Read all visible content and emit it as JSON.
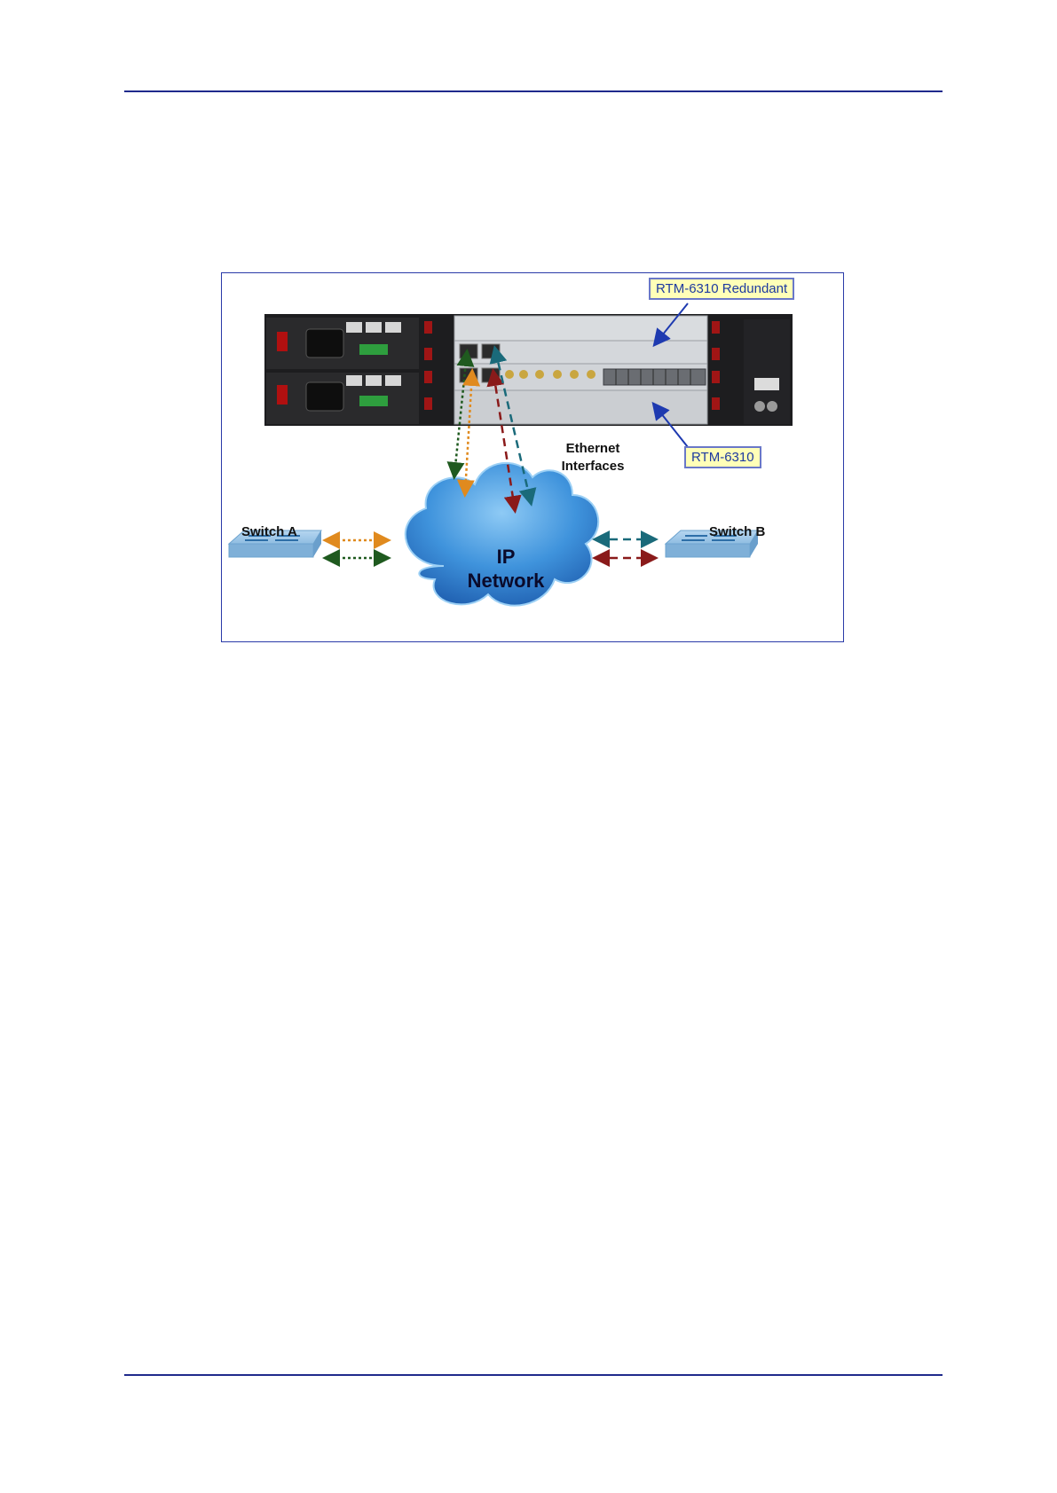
{
  "figure": {
    "callout_redundant": "RTM-6310 Redundant",
    "callout_rtm": "RTM-6310",
    "ethernet_line1": "Ethernet",
    "ethernet_line2": "Interfaces",
    "switch_a": "Switch A",
    "switch_b": "Switch B",
    "cloud_line1": "IP",
    "cloud_line2": "Network"
  },
  "colors": {
    "rule": "#1f2a8c",
    "callout_fill": "#ffffb8",
    "callout_text": "#1e3aa0",
    "link_orange": "#e08a1e",
    "link_green": "#1f5a1f",
    "link_red": "#8a1a1a",
    "link_teal": "#1a6a7a",
    "cloud": "#2f7fd0"
  }
}
